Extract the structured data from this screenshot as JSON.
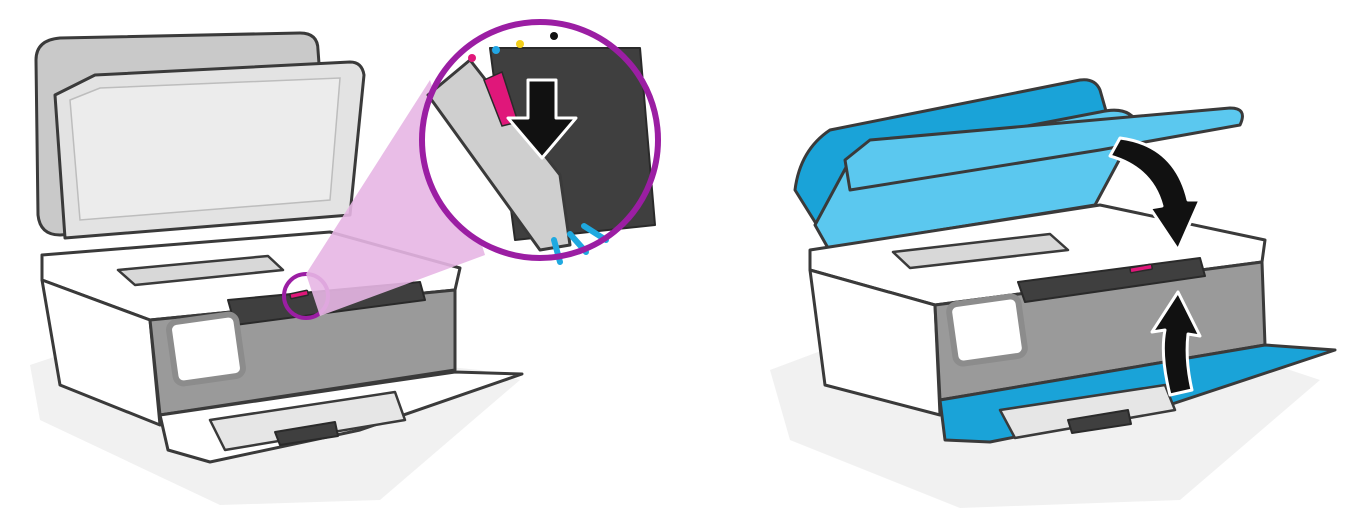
{
  "colors": {
    "outline": "#3a3a3a",
    "printer_body": "#ffffff",
    "printer_shadow": "#f0f0f0",
    "panel_gray": "#9a9a9a",
    "dark_interior": "#3f3f3f",
    "lid_gray": "#c9c9c9",
    "lid_inner": "#e3e3e3",
    "callout_border": "#9b1ea3",
    "callout_fill": "#e7b6e4",
    "highlight_blue": "#5bc8ef",
    "highlight_blue_dark": "#1aa3d8",
    "arrow": "#111111",
    "ink_magenta": "#e0177a",
    "ink_cyan": "#22a6e4",
    "ink_yellow": "#f3cf1a",
    "ink_black": "#111111",
    "click_blue": "#1fa9e0"
  },
  "panels": [
    {
      "id": "insert-cartridge",
      "icons": [
        "printer-open-icon",
        "magnify-callout",
        "down-arrow-icon",
        "click-lines-icon"
      ]
    },
    {
      "id": "close-doors",
      "icons": [
        "printer-closing-icon",
        "curved-down-arrow-icon",
        "curved-up-arrow-icon"
      ]
    }
  ],
  "ink_slots": [
    "magenta",
    "cyan",
    "yellow",
    "black"
  ]
}
